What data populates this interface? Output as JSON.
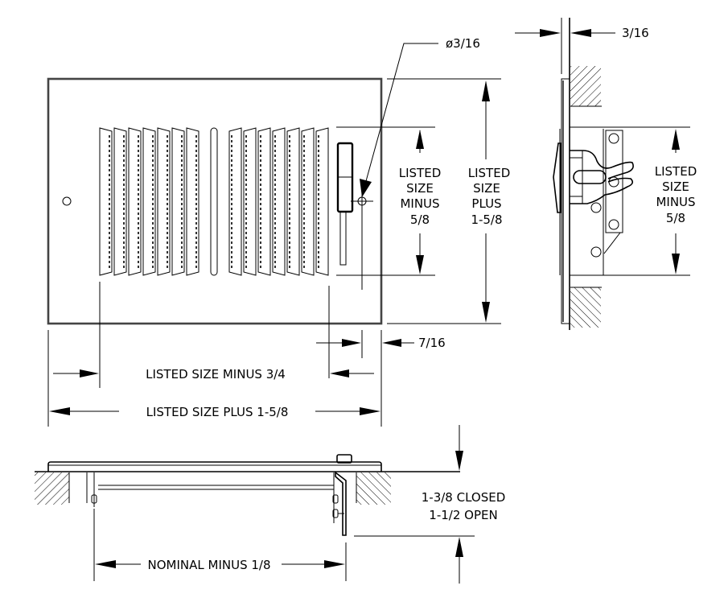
{
  "drawing": {
    "front_view": {
      "hole_callout": "ø3/16",
      "inner_height_label": [
        "LISTED",
        "SIZE",
        "MINUS",
        "5/8"
      ],
      "outer_height_label": [
        "LISTED",
        "SIZE",
        "PLUS",
        "1-5/8"
      ],
      "lever_offset": "7/16",
      "inner_width_label": "LISTED SIZE MINUS 3/4",
      "outer_width_label": "LISTED SIZE PLUS 1-5/8",
      "left_louvers": 7,
      "right_louvers": 7
    },
    "side_view": {
      "flange_thickness": "3/16",
      "height_label": [
        "LISTED",
        "SIZE",
        "MINUS",
        "5/8"
      ]
    },
    "bottom_view": {
      "depth_label": [
        "1-3/8 CLOSED",
        "1-1/2 OPEN"
      ],
      "width_label": "NOMINAL MINUS 1/8"
    }
  },
  "colors": {
    "line": "#000000",
    "background": "#ffffff"
  }
}
